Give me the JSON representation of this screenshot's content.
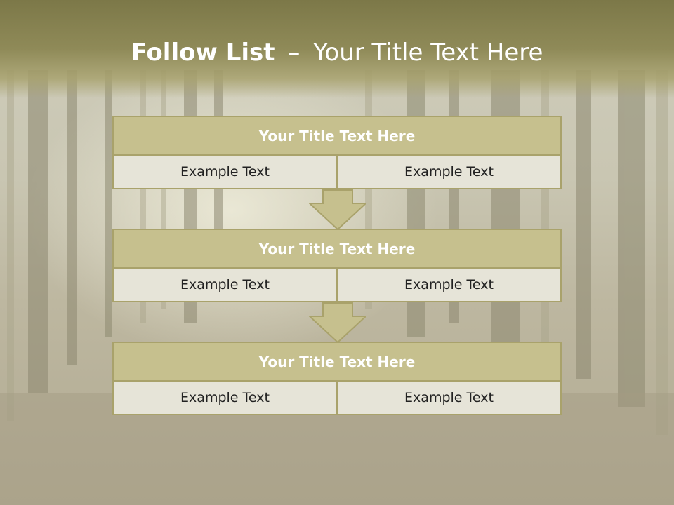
{
  "title": {
    "bold": "Follow List",
    "separator": "–",
    "rest": "Your Title Text Here"
  },
  "steps": [
    {
      "title": "Your Title Text Here",
      "left": "Example Text",
      "right": "Example Text"
    },
    {
      "title": "Your Title Text Here",
      "left": "Example Text",
      "right": "Example Text"
    },
    {
      "title": "Your Title Text Here",
      "left": "Example Text",
      "right": "Example Text"
    }
  ],
  "colors": {
    "header_band": "#8f8a58",
    "box_title_fill": "#c6c08e",
    "box_border": "#a9a26b",
    "cell_fill": "#e6e4d8"
  },
  "icons": [
    "down-arrow-icon"
  ]
}
